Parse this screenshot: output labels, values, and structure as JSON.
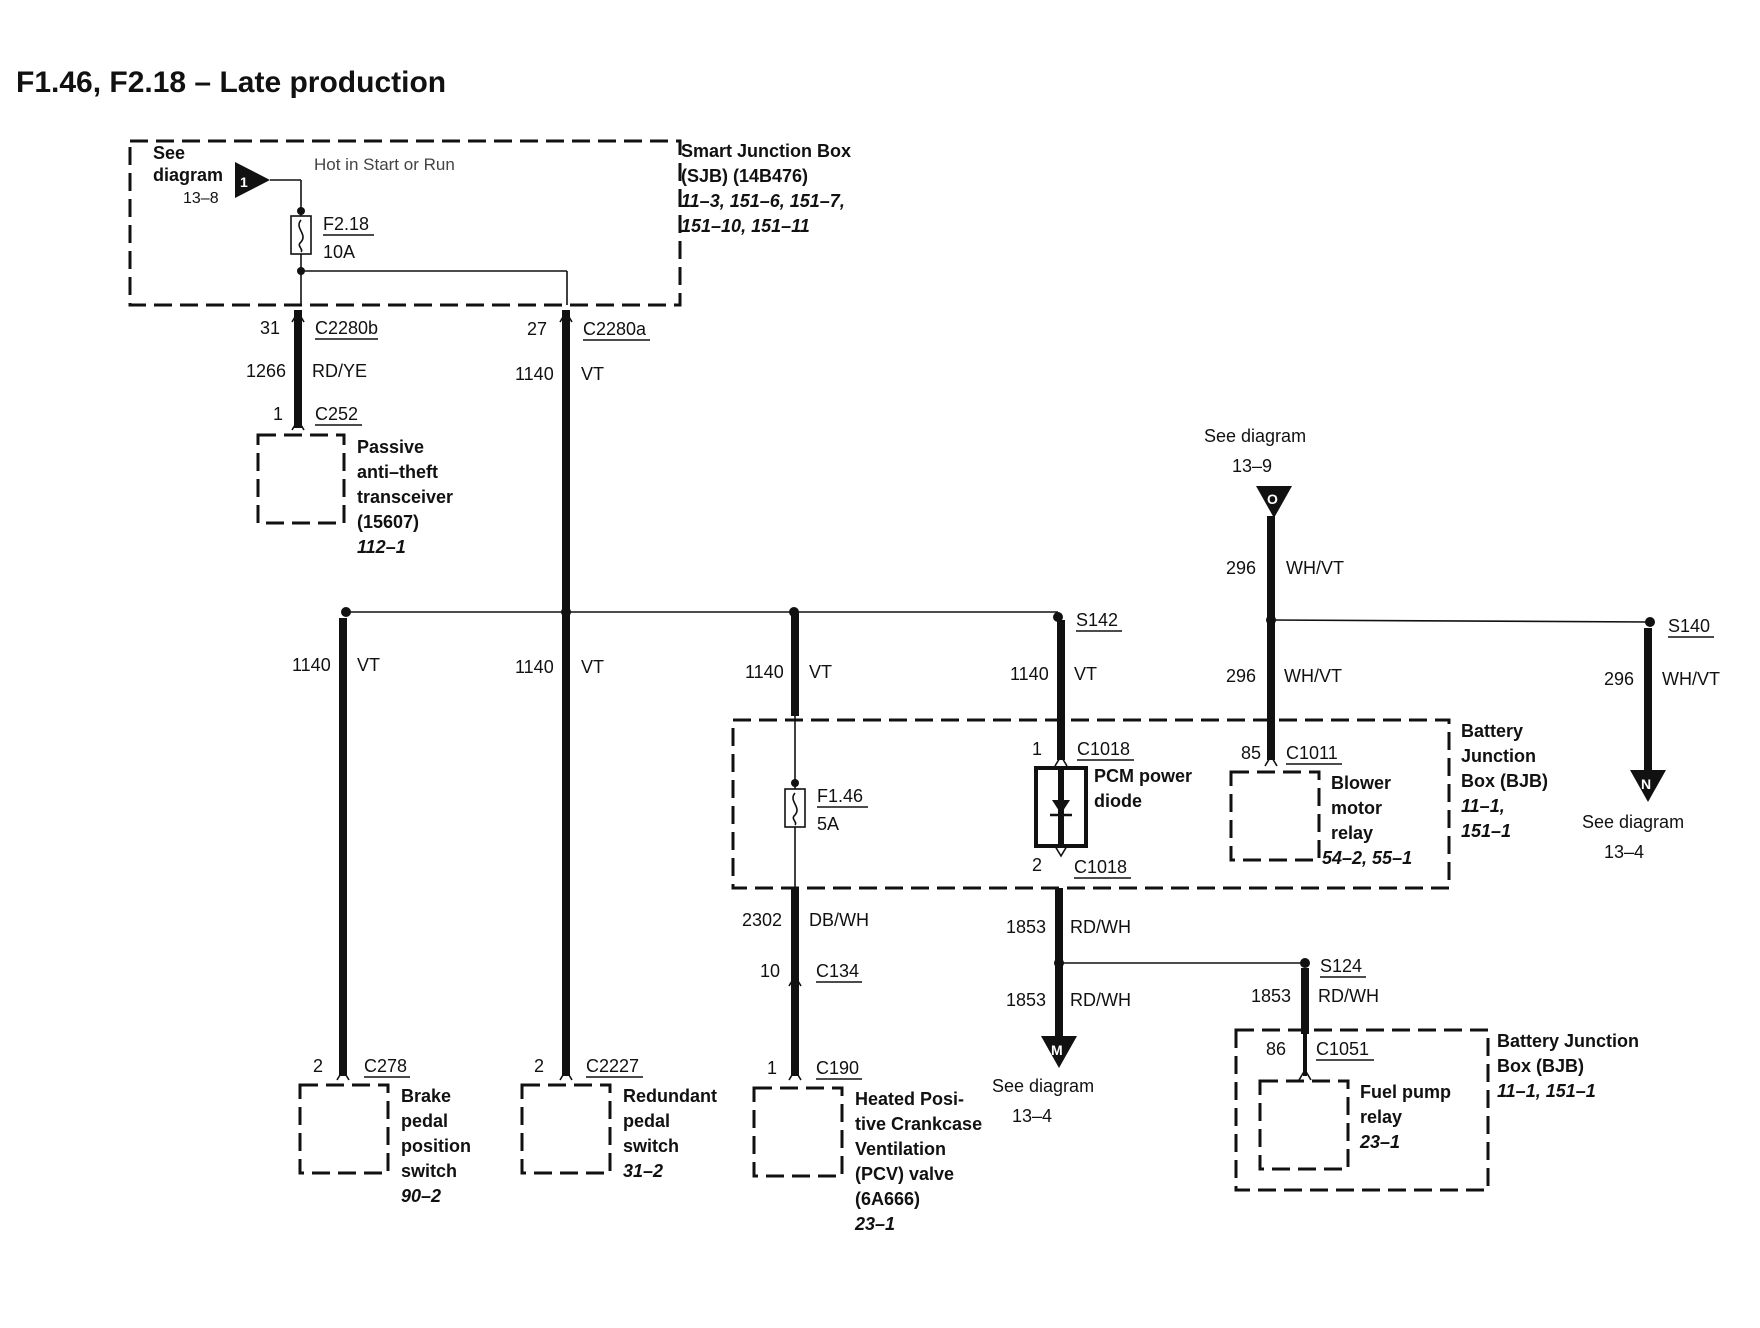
{
  "title": "F1.46, F2.18 – Late production",
  "sjb": {
    "see": "See",
    "diagram_word": "diagram",
    "ref": "13–8",
    "marker": "1",
    "hot_label": "Hot in Start or Run",
    "fuse": "F2.18",
    "amps": "10A",
    "name1": "Smart Junction Box",
    "name2": "(SJB) (14B476)",
    "refs1": "11–3, 151–6, 151–7,",
    "refs2": "151–10, 151–11"
  },
  "left_branch": {
    "pin_top": "31",
    "conn_top": "C2280b",
    "circuit": "1266",
    "color": "RD/YE",
    "pin_bottom": "1",
    "conn_bottom": "C252",
    "device": [
      "Passive",
      "anti–theft",
      "transceiver",
      "(15607)"
    ],
    "device_ref": "112–1"
  },
  "main_feed": {
    "pin": "27",
    "conn": "C2280a",
    "circuit": "1140",
    "color": "VT"
  },
  "brake": {
    "circuit": "1140",
    "color": "VT",
    "pin": "2",
    "conn": "C278",
    "device": [
      "Brake",
      "pedal",
      "position",
      "switch"
    ],
    "ref": "90–2"
  },
  "redundant": {
    "circuit": "1140",
    "color": "VT",
    "pin": "2",
    "conn": "C2227",
    "device": [
      "Redundant",
      "pedal",
      "switch"
    ],
    "ref": "31–2"
  },
  "pcv": {
    "circuit_in": "1140",
    "color_in": "VT",
    "fuse": "F1.46",
    "amps": "5A",
    "circuit_out": "2302",
    "color_out": "DB/WH",
    "pin1": "10",
    "conn1": "C134",
    "pin2": "1",
    "conn2": "C190",
    "device": [
      "Heated Posi-",
      "tive Crankcase",
      "Ventilation",
      "(PCV) valve",
      "(6A666)"
    ],
    "ref": "23–1"
  },
  "pcm": {
    "splice": "S142",
    "circuit_in": "1140",
    "color_in": "VT",
    "pin_top": "1",
    "conn_top": "C1018",
    "device": [
      "PCM power",
      "diode"
    ],
    "pin_bottom": "2",
    "conn_bottom": "C1018",
    "circuit_out": "1853",
    "color_out": "RD/WH",
    "circuit_down": "1853",
    "color_down": "RD/WH",
    "marker": "M",
    "see": "See diagram",
    "see_ref": "13–4"
  },
  "blower": {
    "see": "See diagram",
    "see_ref": "13–9",
    "marker": "O",
    "circuit_top": "296",
    "color_top": "WH/VT",
    "circuit": "296",
    "color": "WH/VT",
    "pin": "85",
    "conn": "C1011",
    "device": [
      "Blower",
      "motor",
      "relay"
    ],
    "ref": "54–2, 55–1"
  },
  "bjb": {
    "name": [
      "Battery",
      "Junction",
      "Box (BJB)"
    ],
    "refs": [
      "11–1,",
      "151–1"
    ]
  },
  "s140": {
    "splice": "S140",
    "circuit": "296",
    "color": "WH/VT",
    "marker": "N",
    "see": "See diagram",
    "see_ref": "13–4"
  },
  "fuelpump": {
    "splice": "S124",
    "circuit": "1853",
    "color": "RD/WH",
    "pin": "86",
    "conn": "C1051",
    "device": [
      "Fuel pump",
      "relay"
    ],
    "ref": "23–1",
    "box": [
      "Battery Junction",
      "Box (BJB)"
    ],
    "box_ref": "11–1, 151–1"
  }
}
